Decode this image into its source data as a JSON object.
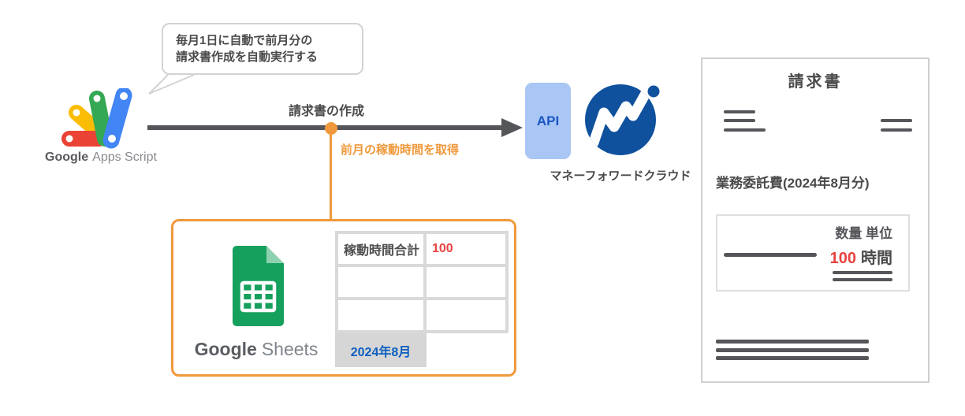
{
  "colors": {
    "accent_orange": "#F0993C",
    "value_red": "#E84340",
    "moneyforward_blue": "#10519E",
    "api_box_bg": "#A9C6F5",
    "api_text_blue": "#1A56C2",
    "sheet_tab_blue": "#0B5FBE",
    "sheets_green": "#16A05D",
    "sheets_fold_green": "#8ED1B1",
    "gas_red": "#EA4335",
    "gas_yellow": "#FBBC04",
    "gas_green": "#34A853",
    "gas_blue": "#4285F4",
    "line_gray": "#55565A",
    "text_dark": "#4A4A4A"
  },
  "callout": {
    "line1": "毎月1日に自動で前月分の",
    "line2": "請求書作成を自動実行する"
  },
  "gas": {
    "brand_bold": "Google",
    "brand_rest": "Apps Script"
  },
  "flow": {
    "arrow_label": "請求書の作成",
    "branch_label": "前月の稼動時間を取得"
  },
  "api": {
    "label": "API"
  },
  "moneyforward": {
    "label": "マネーフォワードクラウド"
  },
  "sheets": {
    "brand_bold": "Google",
    "brand_rest": "Sheets",
    "table": {
      "rows": [
        [
          "稼動時間合計",
          "100"
        ],
        [
          "",
          ""
        ],
        [
          "",
          ""
        ]
      ],
      "tab": "2024年8月"
    }
  },
  "invoice": {
    "title": "請求書",
    "item_title": "業務委託費(2024年8月分)",
    "qty_header": "数量 単位",
    "qty_value": "100",
    "qty_unit": "時間"
  }
}
